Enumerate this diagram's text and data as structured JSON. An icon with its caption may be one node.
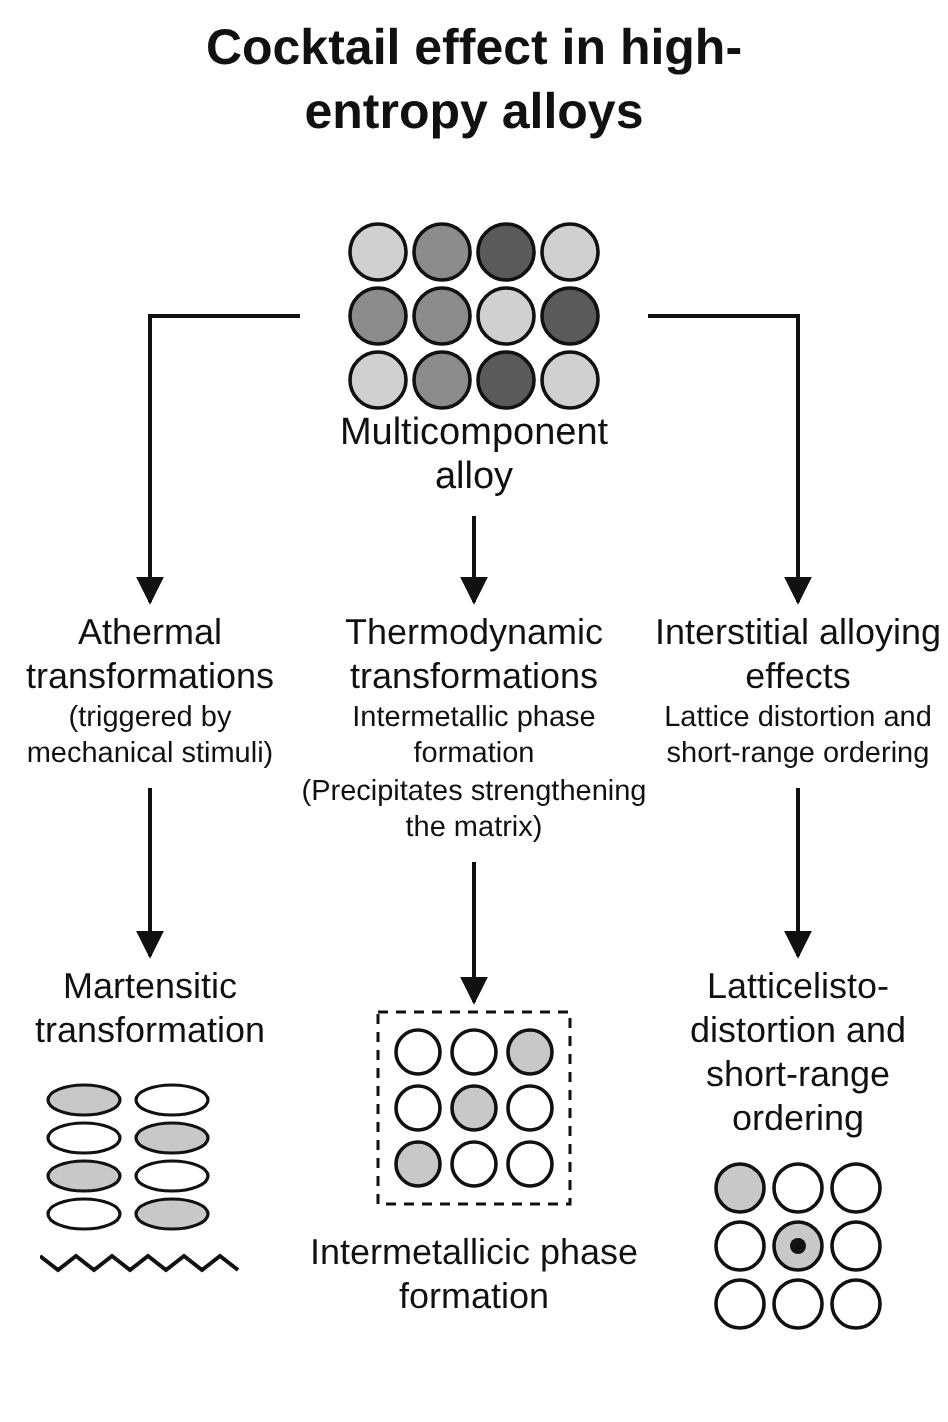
{
  "diagram": {
    "title": "Cocktail effect in high-entropy alloys",
    "nodes": [
      {
        "text": [
          "Multicomponent alloy"
        ]
      },
      {
        "text": [
          "Athermal transformations",
          "(triggered by mechanical stimuli)"
        ]
      },
      {
        "text": [
          "Thermodynamic transformations",
          "Intermetallic phase formation",
          "(Precipitates strengthening the matrix)"
        ]
      },
      {
        "text": [
          "Interstitial alloying effects",
          "Lattice distortion and short-range ordering"
        ]
      },
      {
        "text": [
          "Martensitic transformation"
        ]
      },
      {
        "text": [
          "Intermetallicic phase formation"
        ]
      },
      {
        "text": [
          "Latticelisto-distortion and short-range ordering"
        ]
      }
    ],
    "edges": [
      {
        "from": 0,
        "to": 1,
        "arrow": "to"
      },
      {
        "from": 0,
        "to": 2,
        "arrow": "to"
      },
      {
        "from": 0,
        "to": 3,
        "arrow": "to"
      },
      {
        "from": 1,
        "to": 4,
        "arrow": "to"
      },
      {
        "from": 2,
        "to": 5,
        "arrow": "to"
      },
      {
        "from": 3,
        "to": 6,
        "arrow": "to"
      }
    ]
  }
}
